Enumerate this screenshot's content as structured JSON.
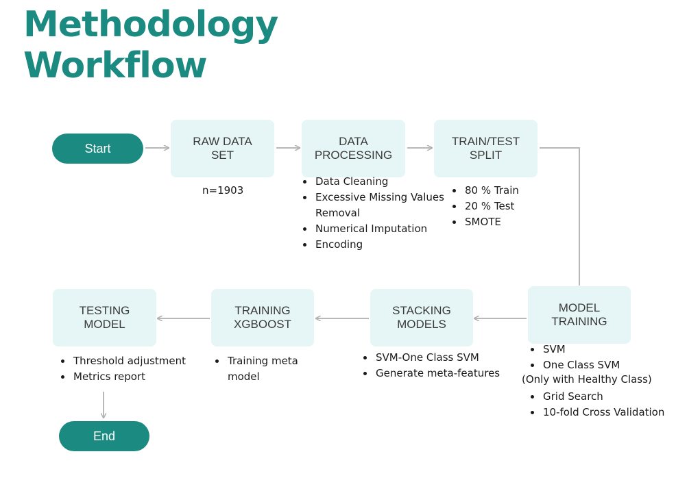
{
  "title": {
    "line1": "Methodology",
    "line2": "Workflow"
  },
  "colors": {
    "accent": "#1b8a81",
    "box_fill": "#e6f5f5",
    "connector": "#b8b8b8"
  },
  "terminals": {
    "start": "Start",
    "end": "End"
  },
  "steps": {
    "raw_data": {
      "line1": "RAW DATA",
      "line2": "SET",
      "note": "n=1903"
    },
    "data_processing": {
      "line1": "DATA",
      "line2": "PROCESSING",
      "bullets": [
        "Data Cleaning",
        "Excessive Missing Values Removal",
        "Numerical Imputation",
        "Encoding"
      ]
    },
    "train_test": {
      "line1": "TRAIN/TEST",
      "line2": "SPLIT",
      "bullets": [
        "80 % Train",
        "20 % Test",
        "SMOTE"
      ]
    },
    "model_training": {
      "line1": "MODEL",
      "line2": "TRAINING",
      "bullets_top": [
        "SVM",
        "One Class SVM"
      ],
      "note": "(Only with Healthy Class)",
      "bullets_bottom": [
        "Grid Search",
        "10-fold Cross Validation"
      ]
    },
    "stacking": {
      "line1": "STACKING",
      "line2": "MODELS",
      "bullets": [
        "SVM-One Class SVM",
        "Generate meta-features"
      ]
    },
    "training_xgb": {
      "line1": "TRAINING",
      "line2": "XGBOOST",
      "bullets": [
        "Training meta model"
      ]
    },
    "testing": {
      "line1": "TESTING",
      "line2": "MODEL",
      "bullets": [
        "Threshold adjustment",
        "Metrics report"
      ]
    }
  }
}
